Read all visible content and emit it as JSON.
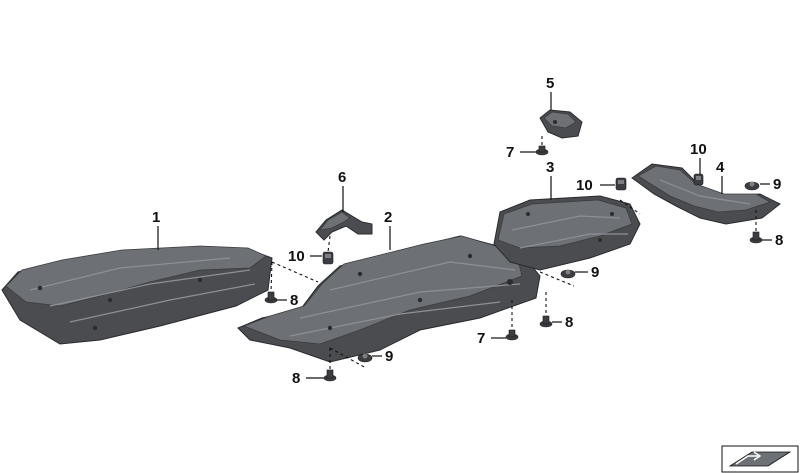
{
  "diagram": {
    "callouts": [
      {
        "id": "c1",
        "label": "1"
      },
      {
        "id": "c2",
        "label": "2"
      },
      {
        "id": "c3",
        "label": "3"
      },
      {
        "id": "c4",
        "label": "4"
      },
      {
        "id": "c5",
        "label": "5"
      },
      {
        "id": "c6",
        "label": "6"
      },
      {
        "id": "c7a",
        "label": "7"
      },
      {
        "id": "c7b",
        "label": "7"
      },
      {
        "id": "c8a",
        "label": "8"
      },
      {
        "id": "c8b",
        "label": "8"
      },
      {
        "id": "c8c",
        "label": "8"
      },
      {
        "id": "c8d",
        "label": "8"
      },
      {
        "id": "c9a",
        "label": "9"
      },
      {
        "id": "c9b",
        "label": "9"
      },
      {
        "id": "c9c",
        "label": "9"
      },
      {
        "id": "c10a",
        "label": "10"
      },
      {
        "id": "c10b",
        "label": "10"
      },
      {
        "id": "c10c",
        "label": "10"
      }
    ]
  }
}
